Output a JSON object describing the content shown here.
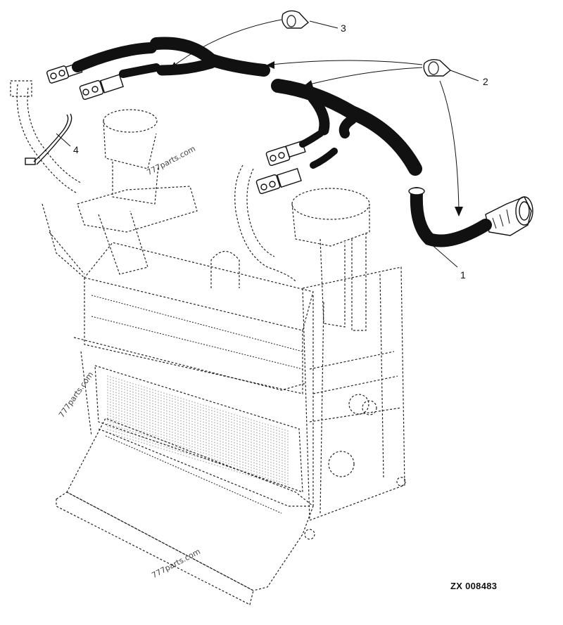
{
  "diagram": {
    "reference_code": "ZX 008483",
    "watermark": "777parts.com",
    "callouts": [
      {
        "id": "1",
        "label": "1"
      },
      {
        "id": "2",
        "label": "2"
      },
      {
        "id": "3",
        "label": "3"
      },
      {
        "id": "4",
        "label": "4"
      }
    ]
  }
}
